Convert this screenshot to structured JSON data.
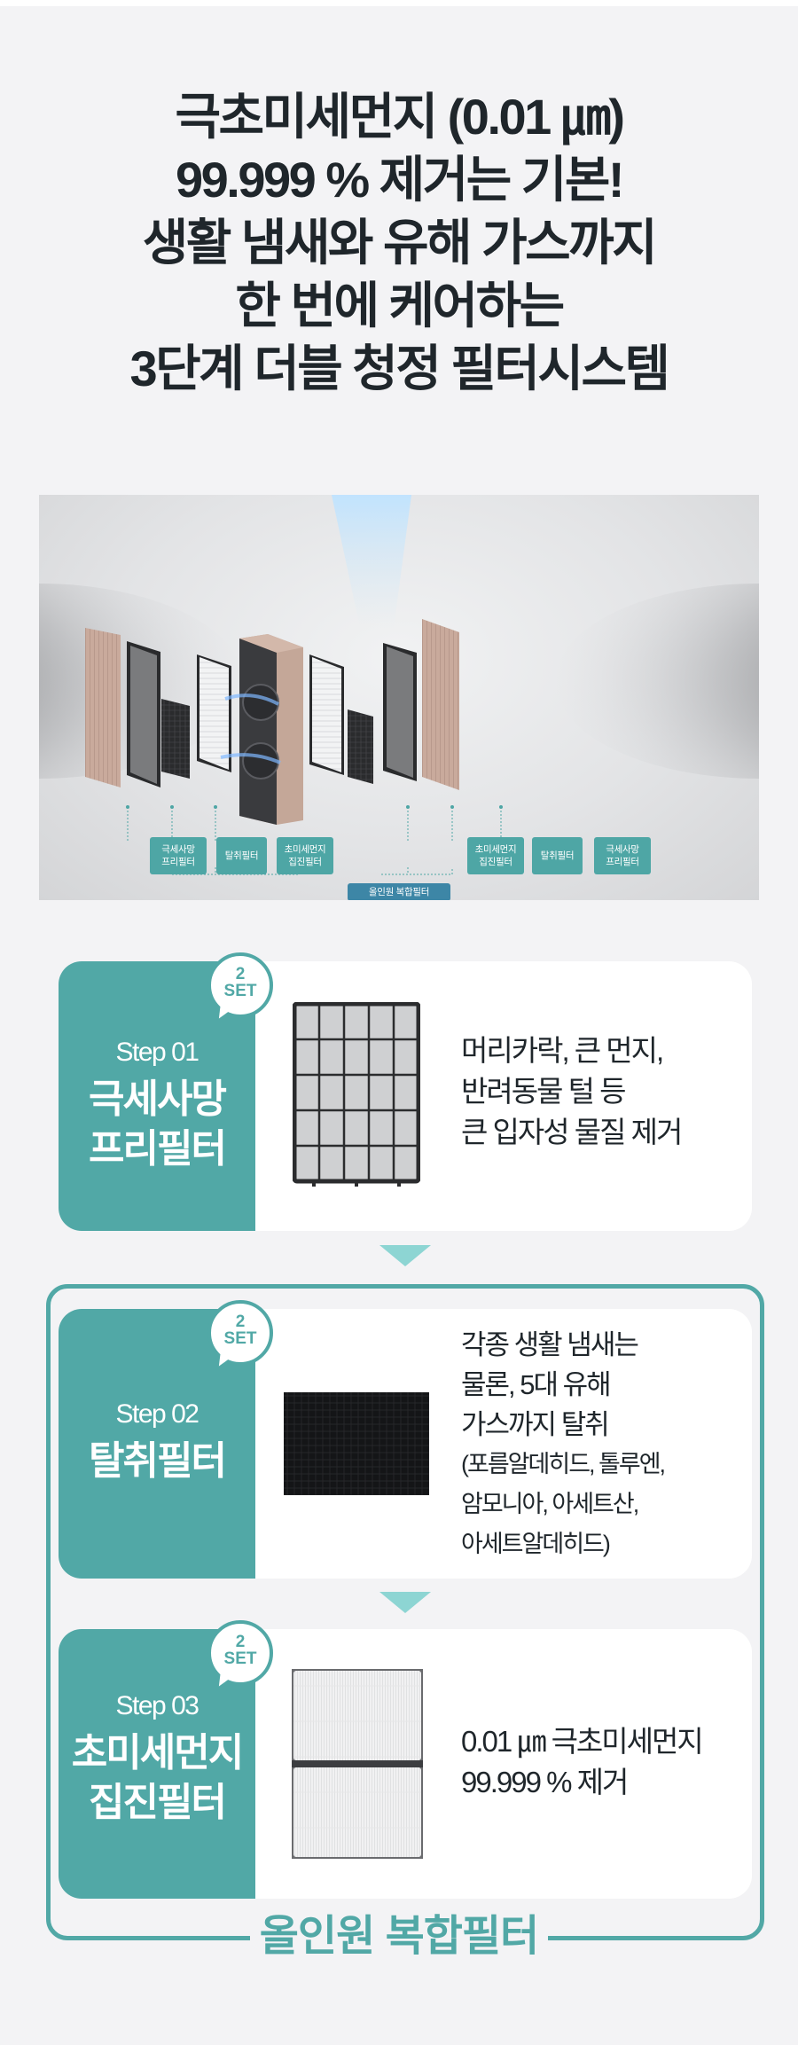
{
  "headline": {
    "lines": [
      "극초미세먼지 (0.01 ㎛)",
      "99.999 % 제거는 기본!",
      "생활 냄새와 유해 가스까지",
      "한 번에 케어하는",
      "3단계 더블 청정 필터시스템"
    ]
  },
  "hero": {
    "labels": [
      {
        "text": "극세사망\n프리필터"
      },
      {
        "text": "탈취필터"
      },
      {
        "text": "초미세먼지\n집진필터"
      },
      {
        "text": "초미세먼지\n집진필터"
      },
      {
        "text": "탈취필터"
      },
      {
        "text": "극세사망\n프리필터"
      }
    ],
    "combo_label": "올인원 복합필터"
  },
  "steps": [
    {
      "step": "Step 01",
      "badge_count": "2",
      "badge_unit": "SET",
      "name_lines": [
        "극세사망",
        "프리필터"
      ],
      "image": "mesh-prefilter-icon",
      "desc_lines": [
        "머리카락, 큰 먼지,",
        "반려동물 털 등",
        "큰 입자성 물질 제거"
      ]
    },
    {
      "step": "Step 02",
      "badge_count": "2",
      "badge_unit": "SET",
      "name_lines": [
        "탈취필터"
      ],
      "image": "carbon-deodorizing-filter-icon",
      "desc_lines": [
        "각종 생활 냄새는",
        "물론, 5대 유해",
        "가스까지 탈취",
        "(포름알데히드, 톨루엔,",
        "암모니아, 아세트산,",
        "아세트알데히드)"
      ]
    },
    {
      "step": "Step 03",
      "badge_count": "2",
      "badge_unit": "SET",
      "name_lines": [
        "초미세먼지",
        "집진필터"
      ],
      "image": "hepa-dust-filter-icon",
      "desc_lines": [
        "0.01 ㎛ 극초미세먼지",
        "99.999 % 제거"
      ]
    }
  ],
  "bracket": {
    "title": "올인원 복합필터"
  },
  "colors": {
    "background": "#f3f3f5",
    "teal": "#51a8a6",
    "arrow": "#8dd5d3",
    "combo_label": "#3d86a6",
    "text_dark": "#1f262b"
  }
}
